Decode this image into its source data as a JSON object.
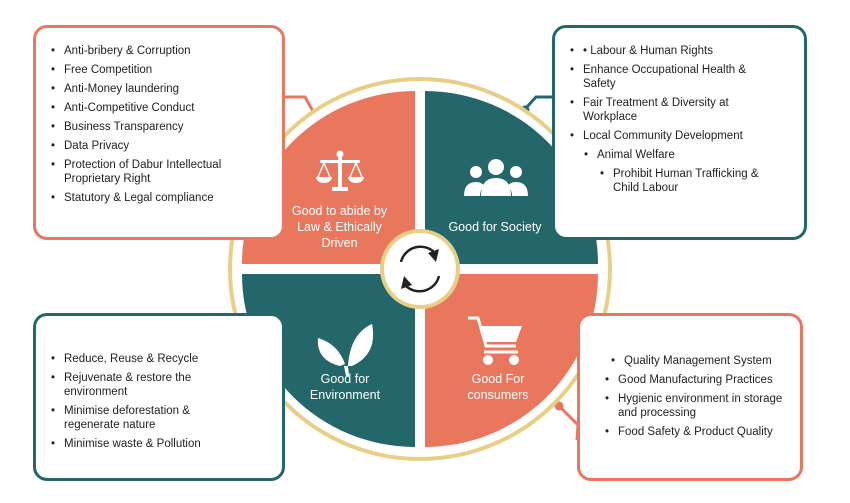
{
  "quadrants": {
    "governance": {
      "label": "Good to abide by Law & Ethically Driven",
      "icon": "scales-icon",
      "color": "#e9775d",
      "items": [
        "Anti-bribery & Corruption",
        "Free Competition",
        "Anti-Money laundering",
        "Anti-Competitive Conduct",
        "Business Transparency",
        "Data Privacy",
        "Protection of Dabur Intellectual Proprietary Right",
        "Statutory & Legal compliance"
      ]
    },
    "society": {
      "label": "Good for Society",
      "icon": "people-group-icon",
      "color": "#23676b",
      "items": [
        "• Labour & Human Rights",
        "Enhance Occupational Health & Safety",
        "Fair Treatment & Diversity at Workplace",
        "Local Community Development",
        "Animal Welfare",
        "Prohibit Human Trafficking & Child Labour"
      ]
    },
    "environment": {
      "label": "Good for Environment",
      "icon": "leaves-icon",
      "color": "#23676b",
      "items": [
        "Reduce, Reuse & Recycle",
        "Rejuvenate & restore the environment",
        "Minimise deforestation & regenerate nature",
        "Minimise waste & Pollution"
      ]
    },
    "consumers": {
      "label": "Good For consumers",
      "icon": "shopping-cart-icon",
      "color": "#e9775d",
      "items": [
        "Quality Management System",
        "Good Manufacturing Practices",
        "Hygienic environment in storage and processing",
        "Food Safety & Product Quality"
      ]
    }
  },
  "center_icon": "cycle-arrows-icon",
  "ring_color": "#e7cf86"
}
